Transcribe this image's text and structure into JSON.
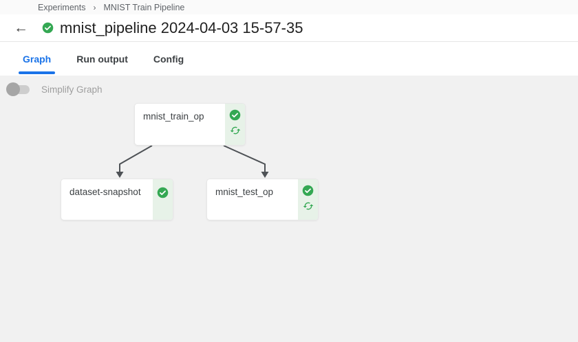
{
  "breadcrumb": {
    "items": [
      "Experiments",
      "MNIST Train Pipeline"
    ],
    "separator": "›"
  },
  "header": {
    "back_label": "←",
    "title": "mnist_pipeline 2024-04-03 15-57-35",
    "status": "succeeded"
  },
  "tabs": [
    {
      "label": "Graph",
      "active": true
    },
    {
      "label": "Run output",
      "active": false
    },
    {
      "label": "Config",
      "active": false
    }
  ],
  "toolbar": {
    "simplify_graph_label": "Simplify Graph",
    "simplify_graph_enabled": false
  },
  "graph": {
    "nodes": [
      {
        "id": "mnist_train_op",
        "label": "mnist_train_op",
        "status": "succeeded",
        "cached": true
      },
      {
        "id": "dataset-snapshot",
        "label": "dataset-snapshot",
        "status": "succeeded",
        "cached": false
      },
      {
        "id": "mnist_test_op",
        "label": "mnist_test_op",
        "status": "succeeded",
        "cached": true
      }
    ],
    "edges": [
      {
        "from": "mnist_train_op",
        "to": "dataset-snapshot"
      },
      {
        "from": "mnist_train_op",
        "to": "mnist_test_op"
      }
    ]
  },
  "colors": {
    "accent_blue": "#1a73e8",
    "success_green": "#34a853",
    "success_strip_bg": "#e7f2e8",
    "content_bg": "#f1f1f1",
    "edge_gray": "#4e5256"
  }
}
